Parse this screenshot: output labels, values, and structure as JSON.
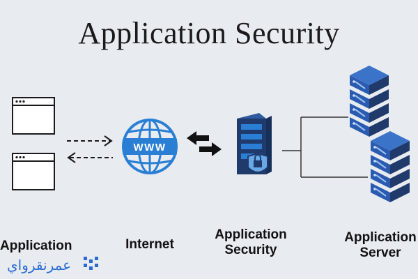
{
  "title": "Application Security",
  "labels": {
    "application": "Application",
    "internet": "Internet",
    "security_line1": "Application",
    "security_line2": "Security",
    "server_line1": "Application",
    "server_line2": "Server"
  },
  "globe_text": "WWW",
  "watermark": "عمرنقرواي",
  "colors": {
    "navy": "#1f3a6b",
    "blue": "#2a7fd4",
    "light_blue": "#6aa7e6",
    "dark": "#1a1a1a",
    "background": "#e8ecf1"
  },
  "icons": [
    "browser-window-icon",
    "globe-www-icon",
    "swap-arrows-icon",
    "secure-server-icon",
    "server-stack-icon"
  ]
}
